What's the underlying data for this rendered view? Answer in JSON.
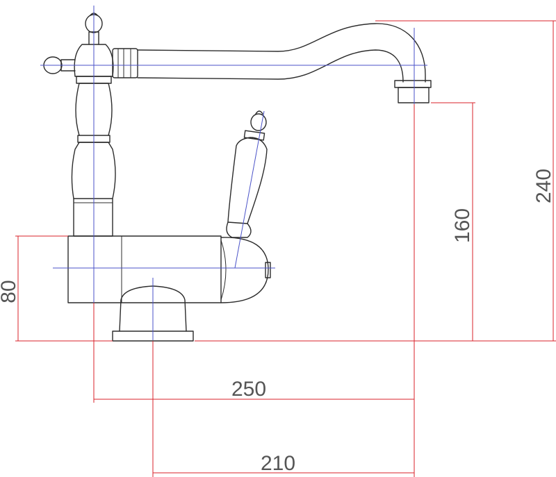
{
  "dimensions": {
    "overall_height": "240",
    "spout_height": "160",
    "body_height": "80",
    "spout_reach": "250",
    "spout_offset": "210"
  },
  "colors": {
    "outline": "#2b2b2b",
    "centerline": "#4a52c8",
    "dimension_line": "#d8222a",
    "dimension_text": "#555555"
  }
}
